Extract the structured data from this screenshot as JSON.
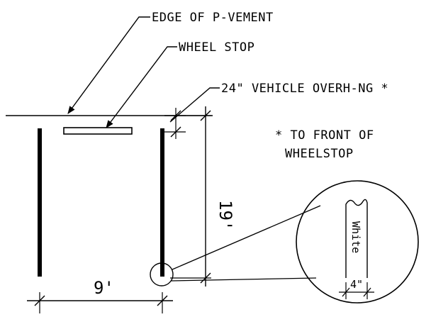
{
  "labels": {
    "edge_of_pavement": "EDGE OF P-VEMENT",
    "wheel_stop": "WHEEL STOP",
    "vehicle_overhang": "24\" VEHICLE OVERH-NG *",
    "note_line1": "* TO FRONT OF",
    "note_line2": "WHEELSTOP"
  },
  "dimensions": {
    "stall_width": "9'",
    "stall_depth": "19'",
    "stripe_width": "4\""
  },
  "detail": {
    "stripe_color_text": "White"
  },
  "colors": {
    "line": "#000000",
    "background": "#ffffff"
  }
}
